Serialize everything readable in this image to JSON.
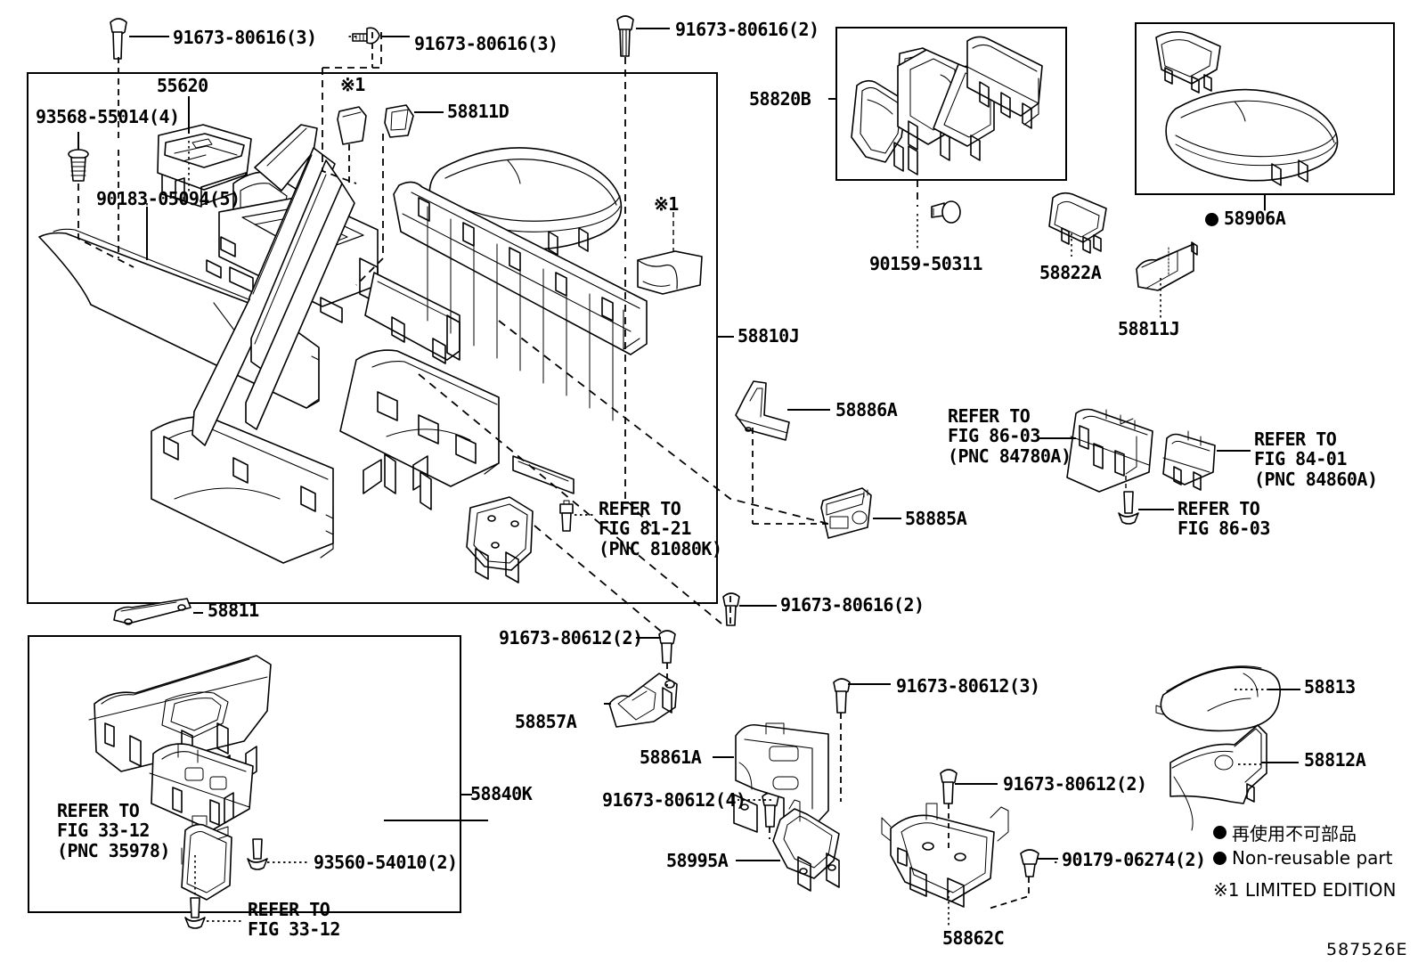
{
  "diagram": {
    "code": "587526E",
    "title_code": "587526E"
  },
  "legend": {
    "nonreusable_jp": "再使用不可部品",
    "nonreusable_en": "Non-reusable part",
    "note_limited": "※1 LIMITED EDITION"
  },
  "callouts": {
    "bolt_80616_3a": "91673-80616(3)",
    "bolt_80616_3b": "91673-80616(3)",
    "bolt_80616_2a": "91673-80616(2)",
    "bolt_80616_2b": "91673-80616(2)",
    "screw_93568": "93568-55014(4)",
    "clip_90183": "90183-05094(5)",
    "shifter_55620": "55620",
    "trim_58811D": "58811D",
    "mark_1a": "※1",
    "mark_1b": "※1",
    "console_58810J": "58810J",
    "panel_58820B": "58820B",
    "plug_90159": "90159-50311",
    "cap_58822A": "58822A",
    "trim_58811J": "58811J",
    "lid_58906A": "58906A",
    "bracket_58886A": "58886A",
    "holder_58885A": "58885A",
    "refer_8121": "REFER TO\nFIG 81-21\n(PNC 81080K)",
    "refer_8603_84780": "REFER TO\nFIG 86-03\n(PNC 84780A)",
    "refer_8401_84860": "REFER TO\nFIG 84-01\n(PNC 84860A)",
    "refer_8603": "REFER TO\nFIG 86-03",
    "trim_58811": "58811",
    "panel_58840K": "58840K",
    "refer_3312_35978": "REFER TO\nFIG 33-12\n(PNC 35978)",
    "refer_3312": "REFER TO\nFIG 33-12",
    "screw_93560": "93560-54010(2)",
    "bolt_80612_2a": "91673-80612(2)",
    "bolt_80612_3": "91673-80612(3)",
    "bolt_80612_4": "91673-80612(4)",
    "bolt_80612_2b": "91673-80612(2)",
    "bracket_58857A": "58857A",
    "bracket_58861A": "58861A",
    "bracket_58995A": "58995A",
    "bracket_58862C": "58862C",
    "nut_90179": "90179-06274(2)",
    "cover_58813": "58813",
    "panel_58812A": "58812A"
  }
}
